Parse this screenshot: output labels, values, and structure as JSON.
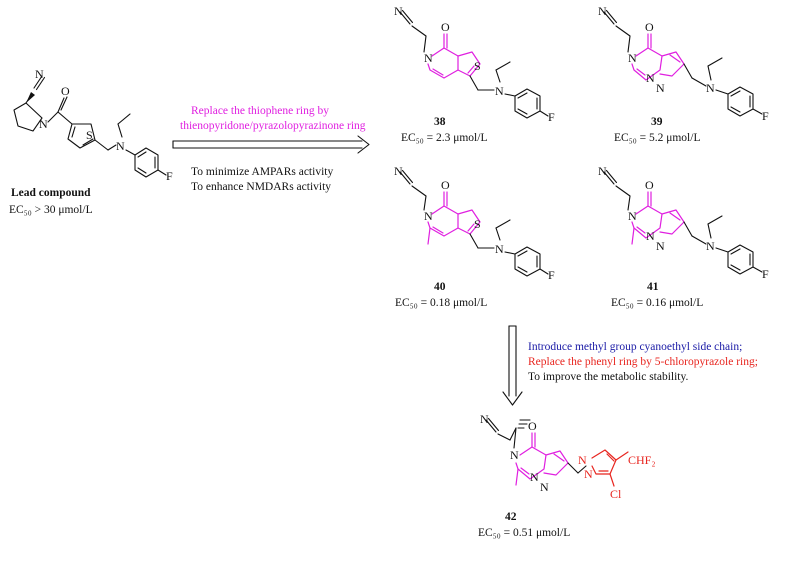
{
  "lead": {
    "name": "Lead compound",
    "ec50": "EC₅₀ > 30 μmol/L"
  },
  "step1": {
    "line1": "Replace the thiophene ring by",
    "line2": "thienopyridone/pyrazolopyrazinone ring",
    "goal1": "To minimize AMPARs activity",
    "goal2": "To enhance NMDARs activity",
    "color": "#e020e0"
  },
  "compounds": [
    {
      "id": "38",
      "ec50": "EC₅₀ = 2.3 μmol/L"
    },
    {
      "id": "39",
      "ec50": "EC₅₀ = 5.2 μmol/L"
    },
    {
      "id": "40",
      "ec50": "EC₅₀ = 0.18 μmol/L"
    },
    {
      "id": "41",
      "ec50": "EC₅₀ = 0.16 μmol/L"
    },
    {
      "id": "42",
      "ec50": "EC₅₀ = 0.51 μmol/L"
    }
  ],
  "step2": {
    "line1": "Introduce methyl group cyanoethyl side chain;",
    "line2": "Replace the phenyl ring by 5-chloropyrazole ring;",
    "line3": "To improve the metabolic stability.",
    "colors": {
      "blue": "#1a1aa6",
      "red": "#e8251f",
      "black": "#111111"
    }
  },
  "atoms": {
    "N": "N",
    "O": "O",
    "S": "S",
    "F": "F",
    "Cl": "Cl",
    "CHF2": "CHF₂"
  }
}
